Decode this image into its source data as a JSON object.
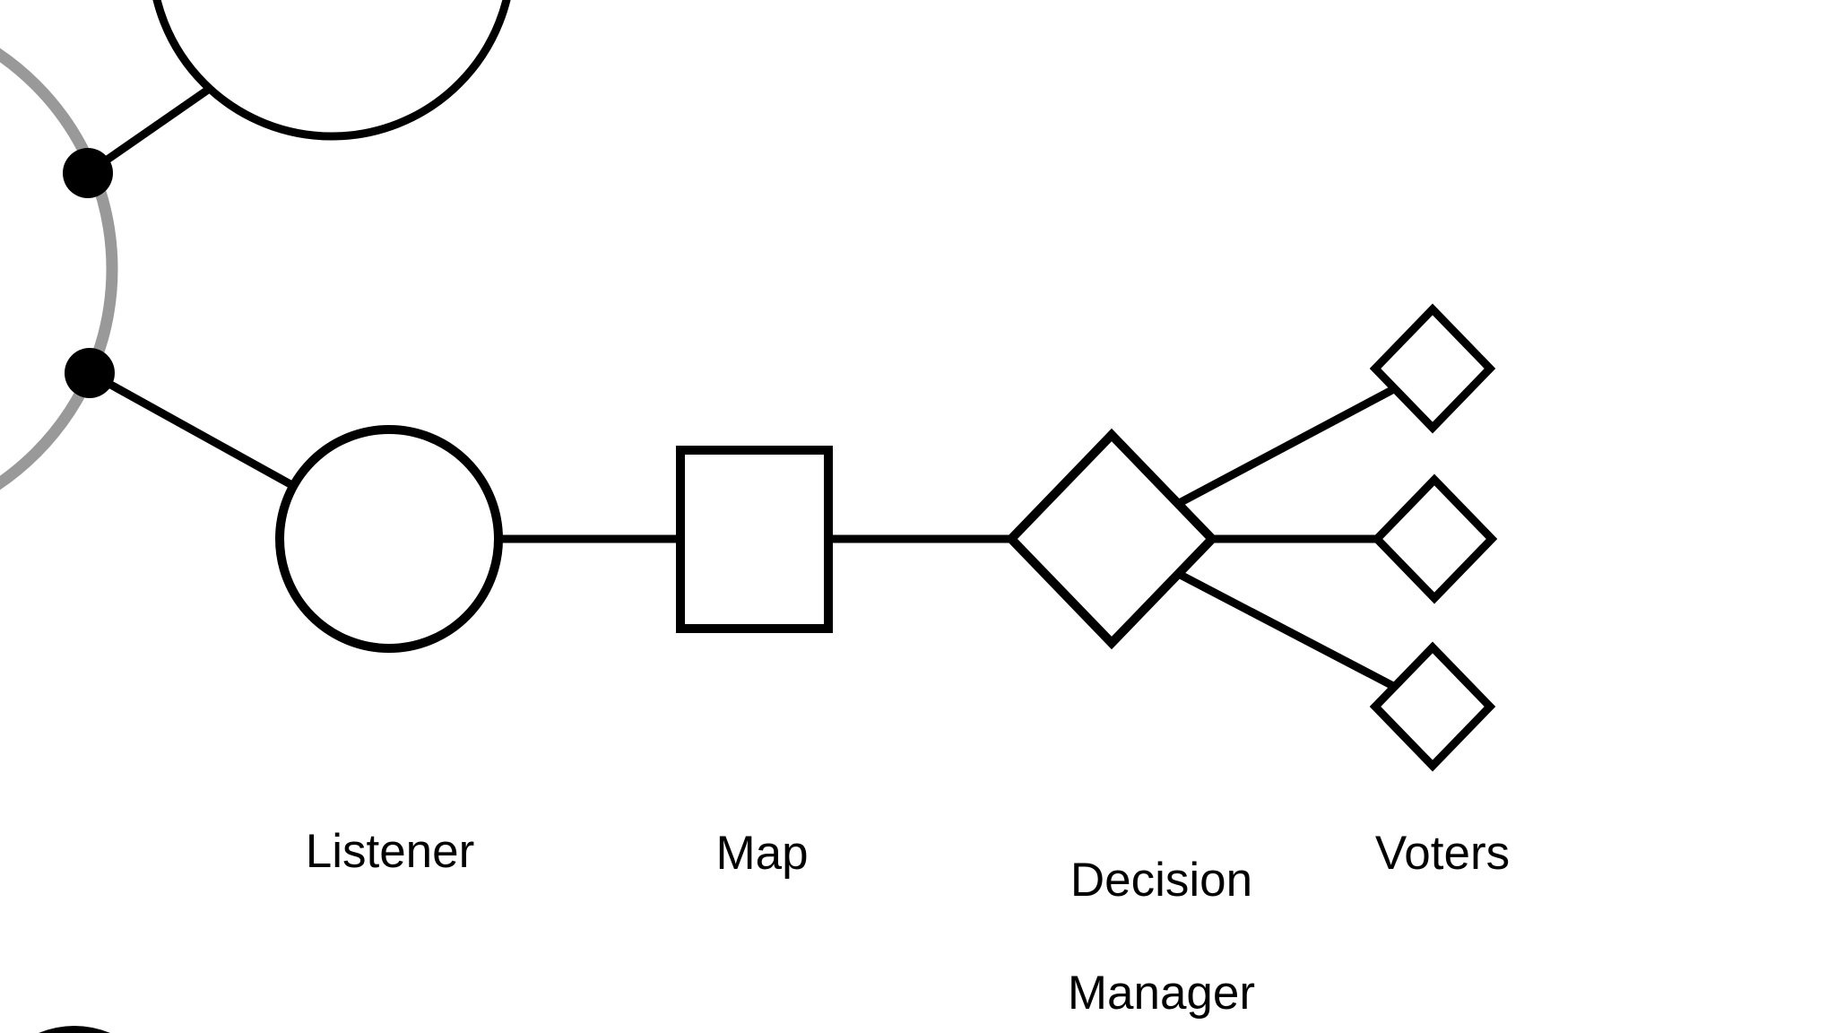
{
  "page": {
    "background": "#ffffff",
    "description": "Partial view of a node-link architecture diagram: a large gray ring on the left with black port dots connects via edges to a Listener circle, then a Map square, then a Decision Manager diamond which fans out to three small Voter diamonds."
  },
  "diagram": {
    "labels": {
      "listener": "Listener",
      "map": "Map",
      "decision_line1": "Decision",
      "decision_line2": "Manager",
      "voters": "Voters"
    },
    "colors": {
      "ring_gray": "#999999",
      "edge_black": "#000000",
      "node_stroke": "#000000",
      "node_fill": "#ffffff",
      "port_dot": "#000000",
      "label_text": "#000000",
      "background": "#ffffff"
    },
    "nodes": [
      {
        "id": "hub-ring",
        "shape": "large-circle-arc",
        "label": "",
        "note": "gray ring, mostly off-canvas left"
      },
      {
        "id": "upper-circle",
        "shape": "circle",
        "label": "",
        "note": "unlabeled circle clipped at top edge"
      },
      {
        "id": "port-dot-1",
        "shape": "filled-dot",
        "label": ""
      },
      {
        "id": "port-dot-2",
        "shape": "filled-dot",
        "label": ""
      },
      {
        "id": "listener",
        "shape": "circle",
        "label": "Listener"
      },
      {
        "id": "map",
        "shape": "rectangle",
        "label": "Map"
      },
      {
        "id": "decision-manager",
        "shape": "diamond",
        "label": "Decision Manager"
      },
      {
        "id": "voter-top",
        "shape": "small-diamond",
        "label": "Voters"
      },
      {
        "id": "voter-middle",
        "shape": "small-diamond",
        "label": "Voters"
      },
      {
        "id": "voter-bottom",
        "shape": "small-diamond",
        "label": "Voters"
      },
      {
        "id": "bottom-circle",
        "shape": "circle-arc",
        "label": "",
        "note": "circle clipped at bottom-left edge"
      }
    ],
    "edges": [
      {
        "from": "port-dot-1",
        "to": "upper-circle"
      },
      {
        "from": "port-dot-2",
        "to": "listener"
      },
      {
        "from": "listener",
        "to": "map"
      },
      {
        "from": "map",
        "to": "decision-manager"
      },
      {
        "from": "decision-manager",
        "to": "voter-top"
      },
      {
        "from": "decision-manager",
        "to": "voter-middle"
      },
      {
        "from": "decision-manager",
        "to": "voter-bottom"
      }
    ]
  }
}
